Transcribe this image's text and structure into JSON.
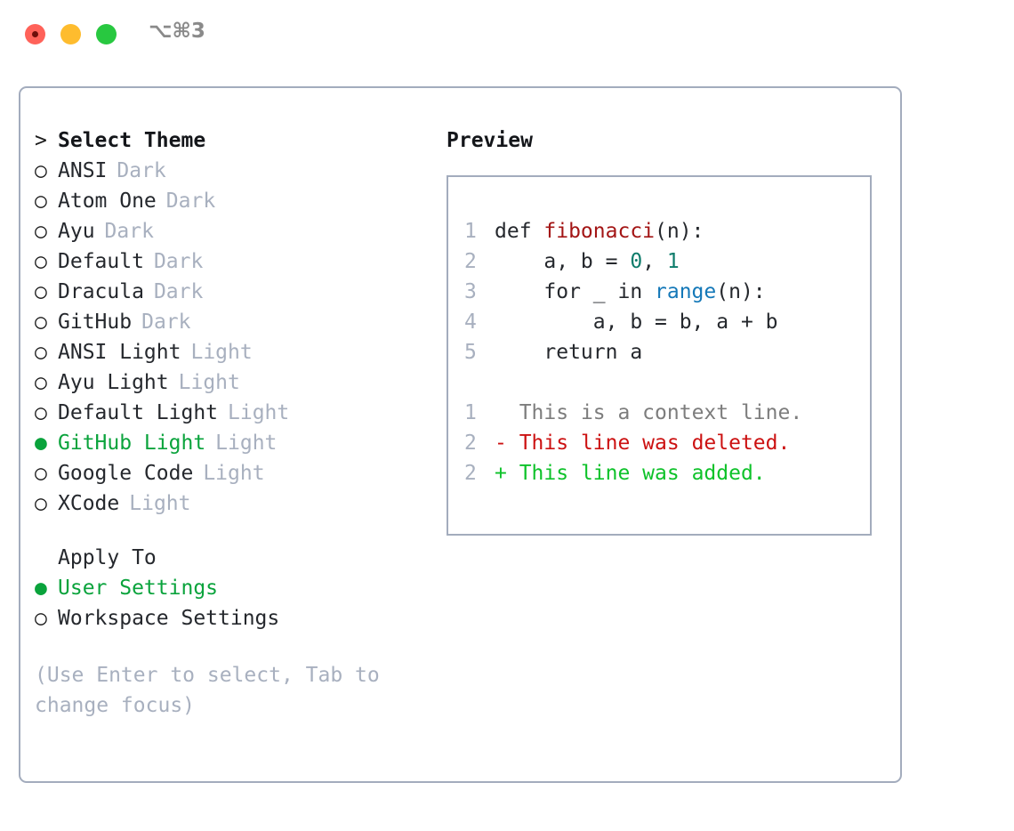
{
  "window": {
    "shortcut": "⌥⌘3",
    "traffic_lights": [
      {
        "name": "close",
        "color": "#ff6259"
      },
      {
        "name": "minimize",
        "color": "#febc2e"
      },
      {
        "name": "maximize",
        "color": "#28c840"
      }
    ]
  },
  "theme_picker": {
    "header": {
      "marker": ">",
      "label": "Select Theme"
    },
    "items": [
      {
        "marker": "○",
        "name": "ANSI",
        "kind": "Dark",
        "selected": false
      },
      {
        "marker": "○",
        "name": "Atom One",
        "kind": "Dark",
        "selected": false
      },
      {
        "marker": "○",
        "name": "Ayu",
        "kind": "Dark",
        "selected": false
      },
      {
        "marker": "○",
        "name": "Default",
        "kind": "Dark",
        "selected": false
      },
      {
        "marker": "○",
        "name": "Dracula",
        "kind": "Dark",
        "selected": false
      },
      {
        "marker": "○",
        "name": "GitHub",
        "kind": "Dark",
        "selected": false
      },
      {
        "marker": "○",
        "name": "ANSI Light",
        "kind": "Light",
        "selected": false
      },
      {
        "marker": "○",
        "name": "Ayu Light",
        "kind": "Light",
        "selected": false
      },
      {
        "marker": "○",
        "name": "Default Light",
        "kind": "Light",
        "selected": false
      },
      {
        "marker": "●",
        "name": "GitHub Light",
        "kind": "Light",
        "selected": true
      },
      {
        "marker": "○",
        "name": "Google Code",
        "kind": "Light",
        "selected": false
      },
      {
        "marker": "○",
        "name": "XCode",
        "kind": "Light",
        "selected": false
      }
    ]
  },
  "apply_to": {
    "header": {
      "marker": " ",
      "label": "Apply To"
    },
    "options": [
      {
        "marker": "●",
        "label": "User Settings",
        "selected": true
      },
      {
        "marker": "○",
        "label": "Workspace Settings",
        "selected": false
      }
    ]
  },
  "hint": "(Use Enter to select, Tab to change focus)",
  "preview": {
    "title": "Preview",
    "code_lines": [
      {
        "gutter": "1",
        "tokens": [
          {
            "t": "def ",
            "c": "plain"
          },
          {
            "t": "fibonacci",
            "c": "func"
          },
          {
            "t": "(n):",
            "c": "plain"
          }
        ]
      },
      {
        "gutter": "2",
        "tokens": [
          {
            "t": "    a, b = ",
            "c": "plain"
          },
          {
            "t": "0",
            "c": "num"
          },
          {
            "t": ", ",
            "c": "plain"
          },
          {
            "t": "1",
            "c": "num"
          }
        ]
      },
      {
        "gutter": "3",
        "tokens": [
          {
            "t": "    for _ in ",
            "c": "plain"
          },
          {
            "t": "range",
            "c": "call"
          },
          {
            "t": "(n):",
            "c": "plain"
          }
        ]
      },
      {
        "gutter": "4",
        "tokens": [
          {
            "t": "        a, b = b, a + b",
            "c": "plain"
          }
        ]
      },
      {
        "gutter": "5",
        "tokens": [
          {
            "t": "    return a",
            "c": "plain"
          }
        ]
      }
    ],
    "diff_lines": [
      {
        "gutter": "1",
        "sign": "  ",
        "text": "This is a context line.",
        "kind": "ctx"
      },
      {
        "gutter": "2",
        "sign": "- ",
        "text": "This line was deleted.",
        "kind": "del"
      },
      {
        "gutter": "2",
        "sign": "+ ",
        "text": "This line was added.",
        "kind": "add"
      }
    ]
  },
  "colors": {
    "accent_green": "#0aa33c",
    "border": "#a3acbd",
    "muted": "#a8b0bf",
    "text": "#25282d",
    "func_red": "#a31515",
    "num_teal": "#0e7c6b",
    "call_blue": "#1478b8",
    "diff_deleted": "#cc1212",
    "diff_added": "#0ec22a",
    "diff_context": "#7d7d7d"
  }
}
